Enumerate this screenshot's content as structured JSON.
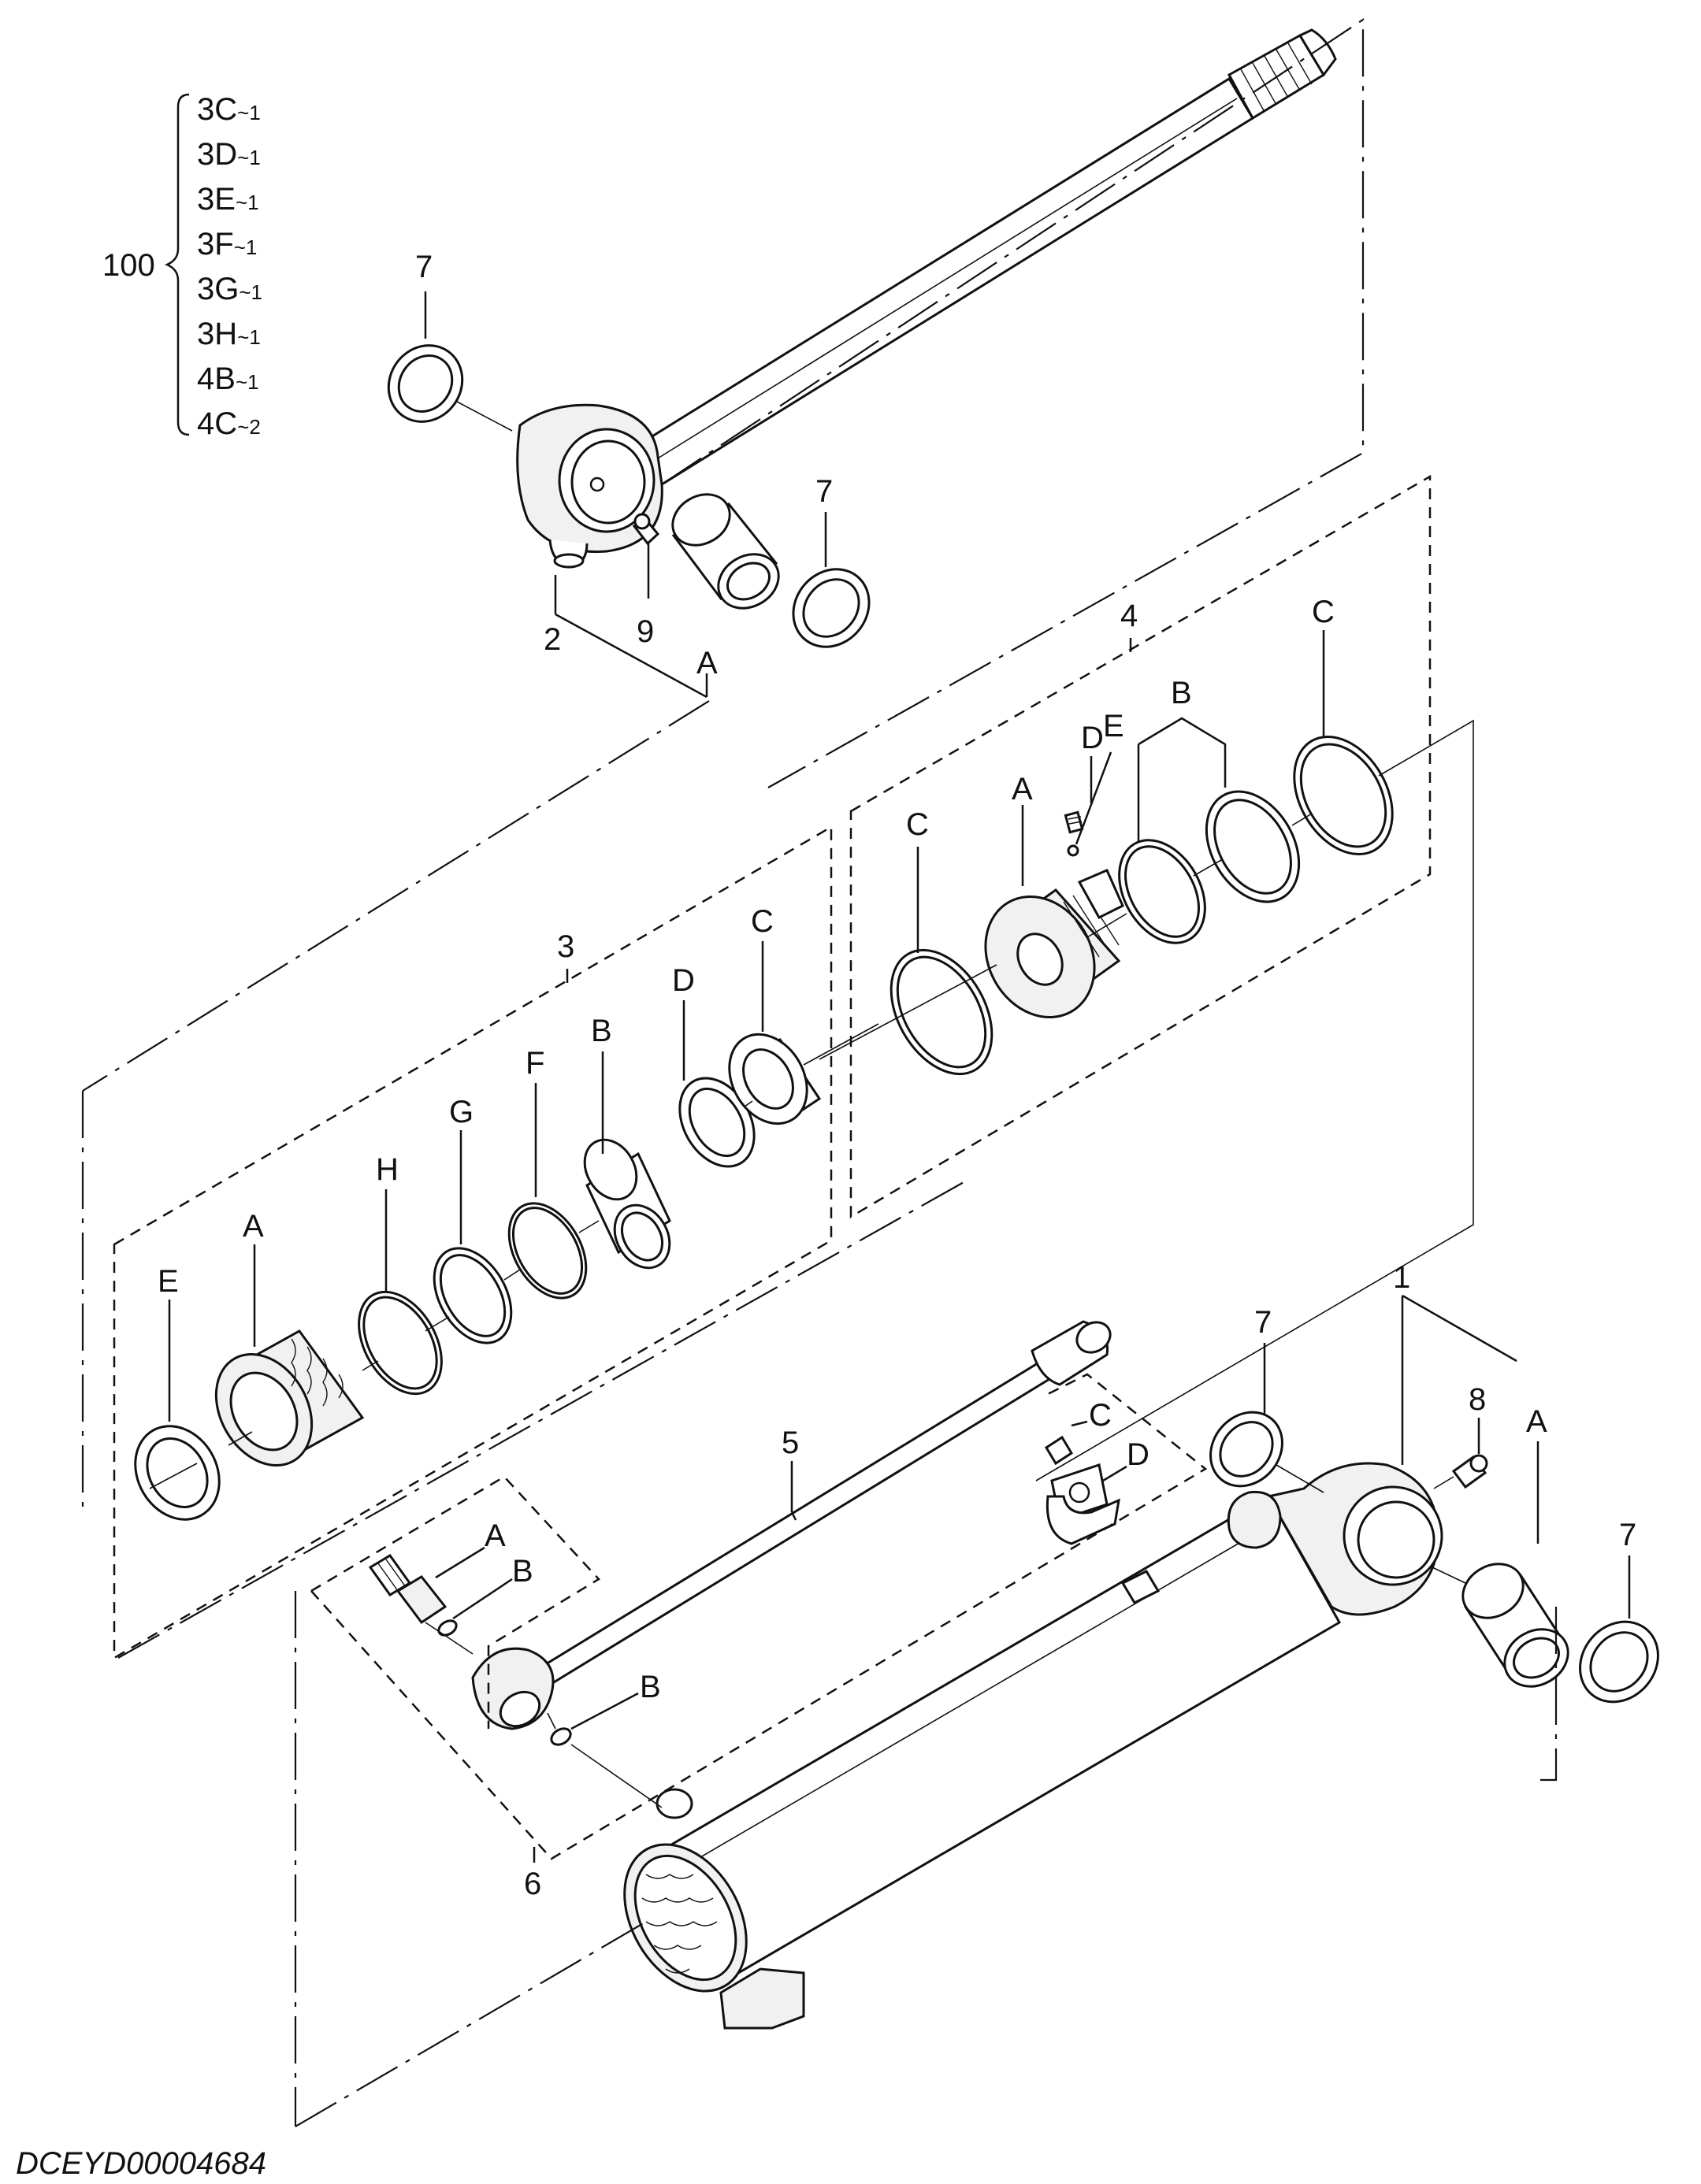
{
  "assembly": {
    "number": "100",
    "variants": [
      {
        "code": "3C",
        "suffix": "~1"
      },
      {
        "code": "3D",
        "suffix": "~1"
      },
      {
        "code": "3E",
        "suffix": "~1"
      },
      {
        "code": "3F",
        "suffix": "~1"
      },
      {
        "code": "3G",
        "suffix": "~1"
      },
      {
        "code": "3H",
        "suffix": "~1"
      },
      {
        "code": "4B",
        "suffix": "~1"
      },
      {
        "code": "4C",
        "suffix": "~2"
      }
    ]
  },
  "labels": {
    "rod_wiper_top": "7",
    "rod_bushing_wiper": "7",
    "rod_group": "2",
    "rod_grease": "9",
    "rod_bushing": "A",
    "piston_group": "4",
    "piston_C_top": "C",
    "piston_B": "B",
    "piston_D": "D",
    "piston_E": "E",
    "piston_A": "A",
    "piston_C_left": "C",
    "head_group": "3",
    "head_D": "D",
    "head_C": "C",
    "head_F": "F",
    "head_B": "B",
    "head_G": "G",
    "head_H": "H",
    "head_A": "A",
    "head_E": "E",
    "tube_group": "1",
    "tube_A": "A",
    "tube_grease": "8",
    "tube_wiper_left": "7",
    "tube_wiper_right": "7",
    "pipe": "5",
    "valve_C": "C",
    "valve_D": "D",
    "fitting_A": "A",
    "fitting_B1": "B",
    "fitting_B2": "B",
    "pipe_group": "6"
  },
  "drawing_code": "DCEYD00004684"
}
